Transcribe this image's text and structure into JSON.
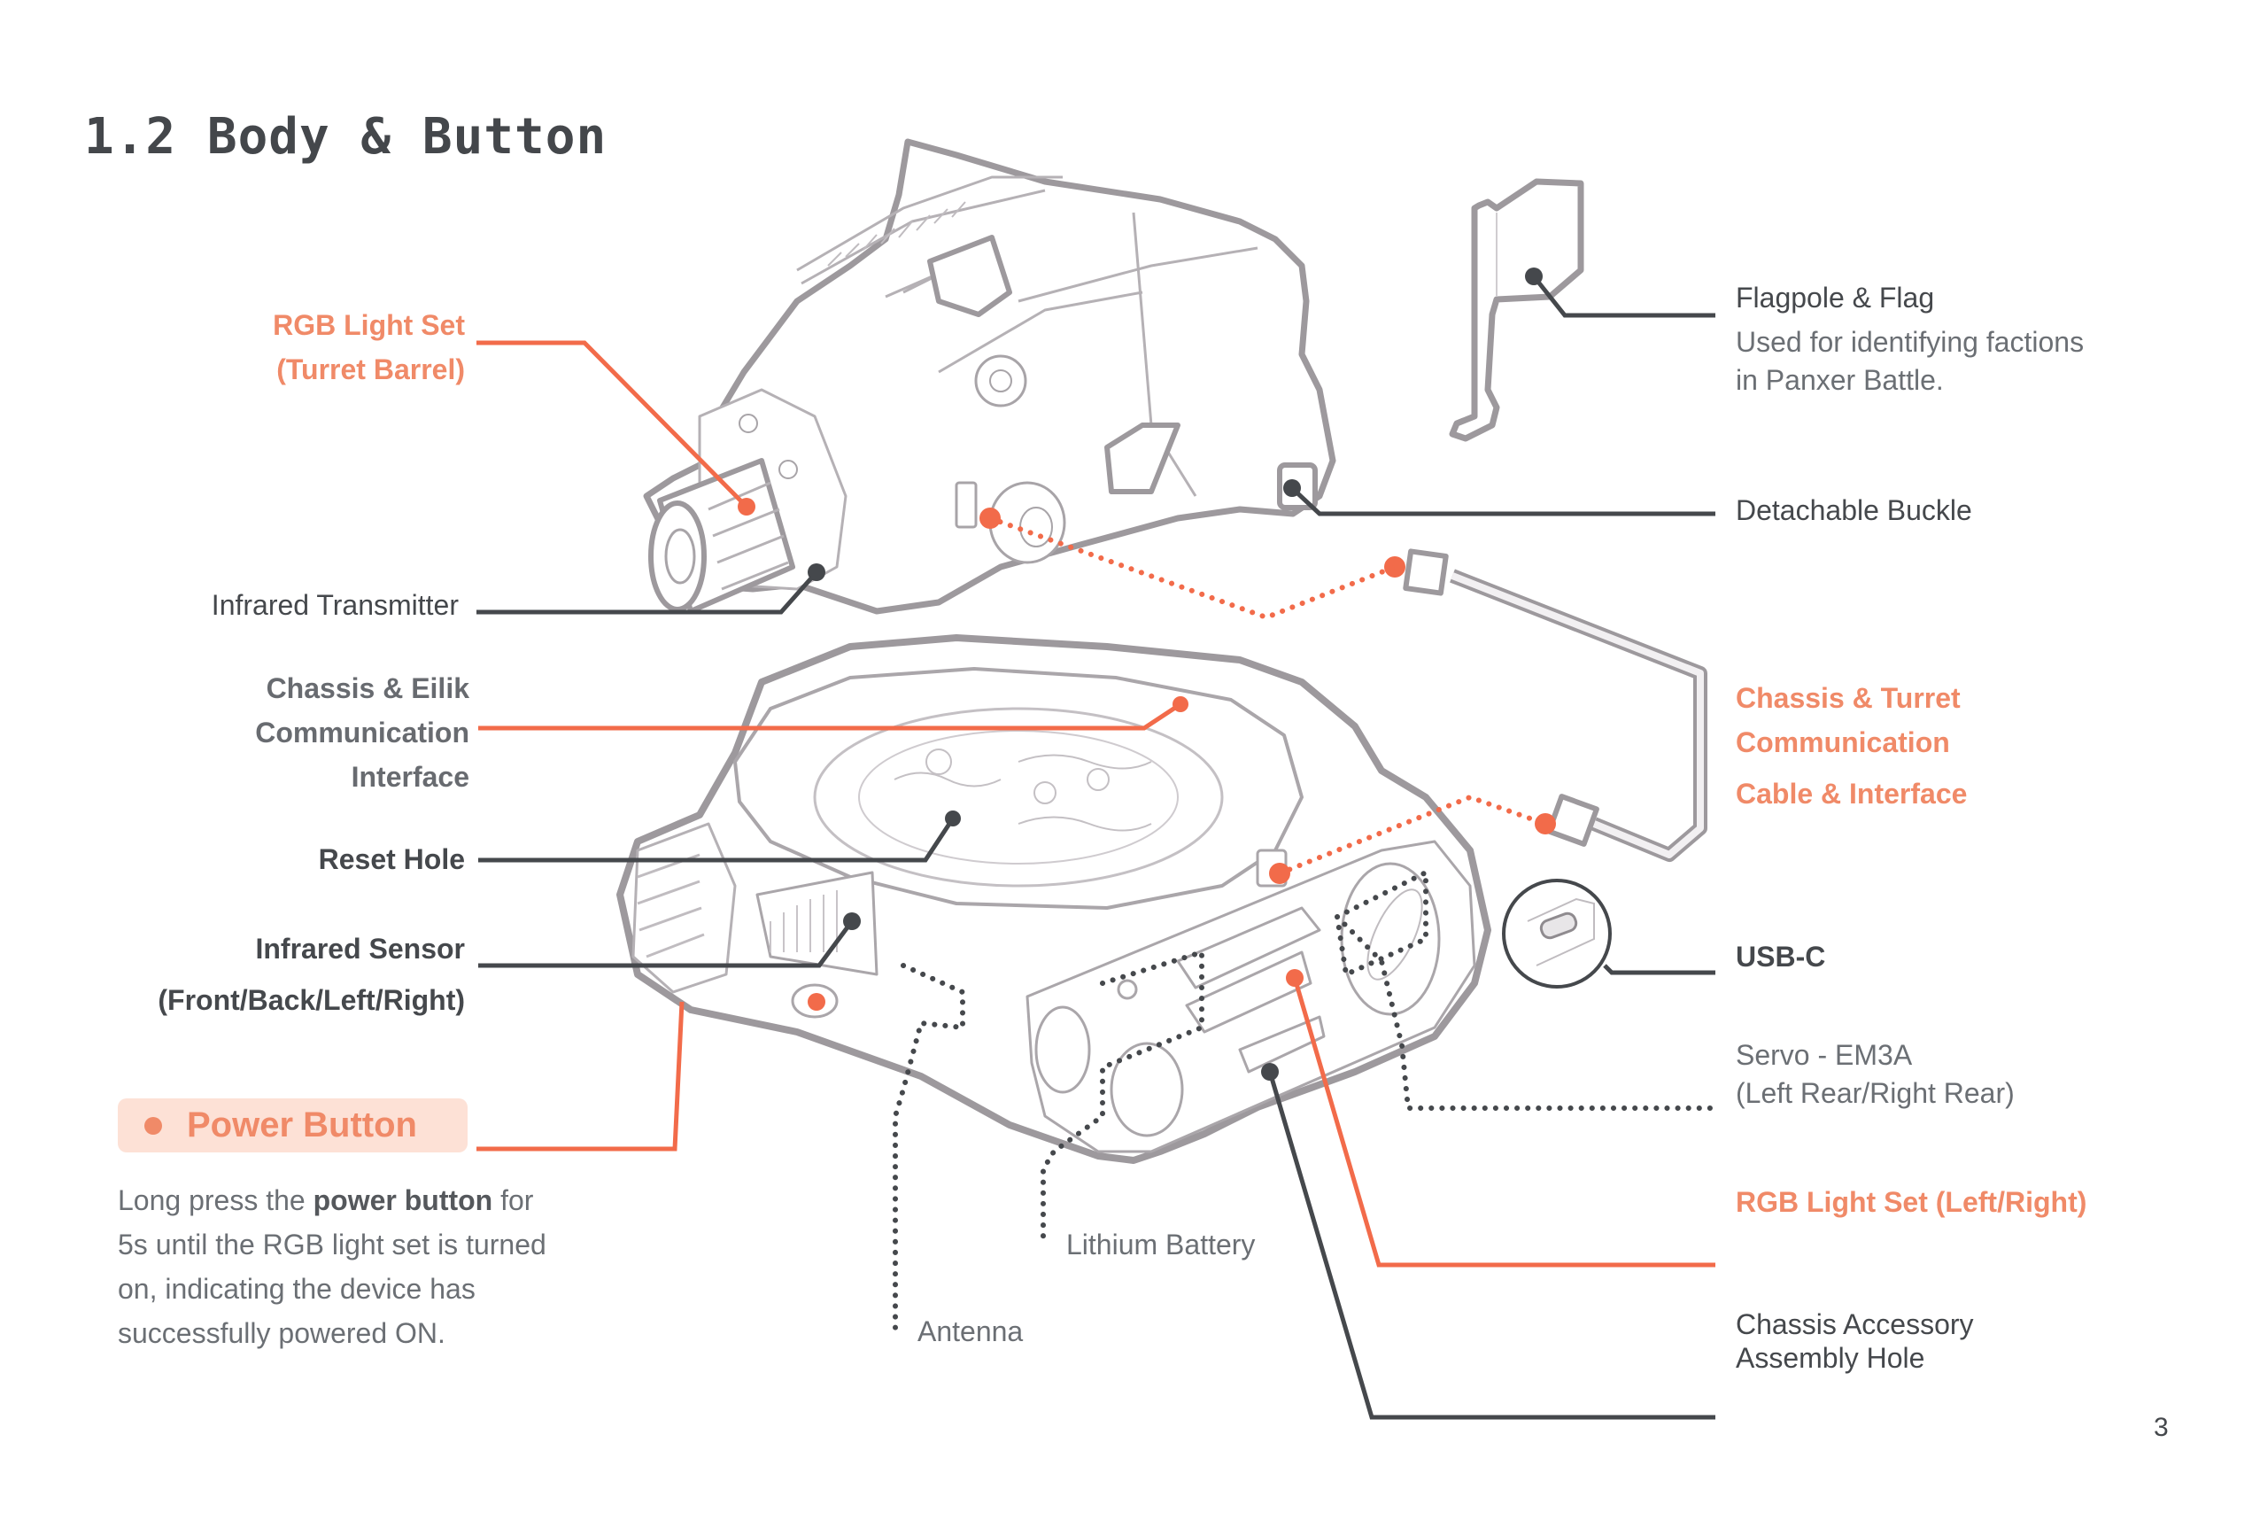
{
  "page": {
    "title": "1.2 Body & Button",
    "page_number": "3"
  },
  "colors": {
    "accent": "#f26b4a",
    "accent_text": "#f08a68",
    "accent_bg": "#fde1d6",
    "dark": "#45484c",
    "gray": "#6b6f74",
    "outline": "#a09ca0"
  },
  "labels": {
    "rgb_turret": [
      "RGB Light Set",
      "(Turret Barrel)"
    ],
    "infrared_transmitter": "Infrared Transmitter",
    "eilik_interface": [
      "Chassis & Eilik",
      "Communication",
      "Interface"
    ],
    "reset_hole": "Reset Hole",
    "infrared_sensor": [
      "Infrared Sensor",
      "(Front/Back/Left/Right)"
    ],
    "flagpole": {
      "title": "Flagpole & Flag",
      "description": [
        "Used for identifying factions",
        "in Panxer Battle."
      ]
    },
    "detachable_buckle": "Detachable Buckle",
    "turret_cable": [
      "Chassis & Turret",
      "Communication",
      "Cable & Interface"
    ],
    "usb_c": "USB-C",
    "servo": [
      "Servo - EM3A",
      "(Left Rear/Right Rear)"
    ],
    "rgb_left_right": "RGB Light Set (Left/Right)",
    "accessory_hole": [
      "Chassis Accessory",
      "Assembly Hole"
    ],
    "lithium_battery": "Lithium Battery",
    "antenna": "Antenna"
  },
  "power_button": {
    "label": "Power Button",
    "desc_prefix": "Long press the ",
    "desc_bold": "power button",
    "desc_suffix_line1": " for",
    "desc_lines": [
      "5s until the RGB light set is turned",
      "on, indicating the device has",
      "successfully powered ON."
    ]
  },
  "icons": {
    "bullet": "dot-icon"
  }
}
